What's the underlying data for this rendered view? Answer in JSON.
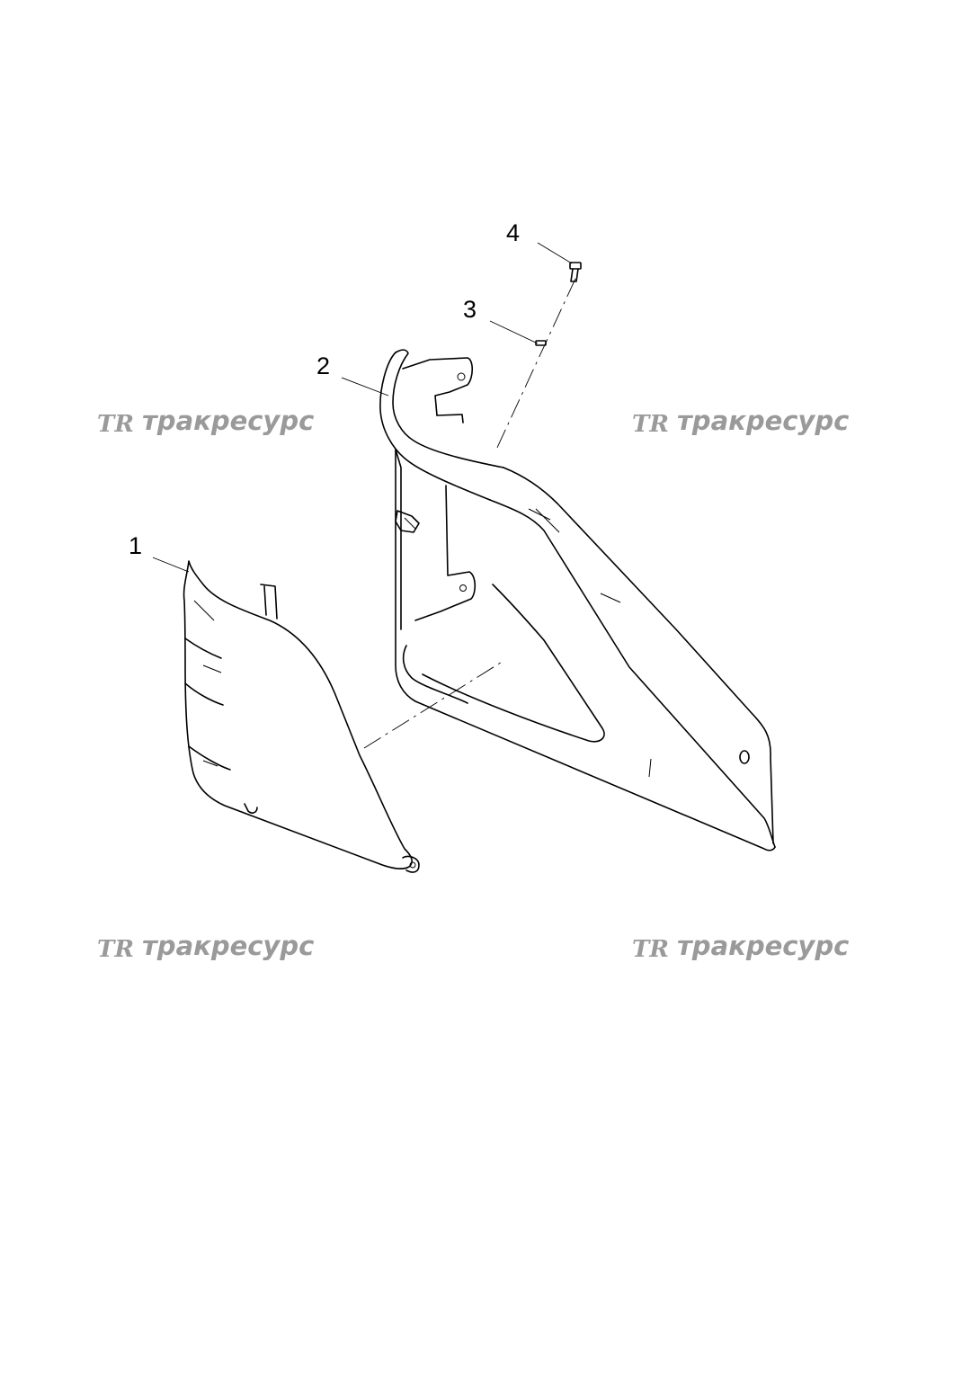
{
  "callouts": [
    {
      "id": "1",
      "label": "1"
    },
    {
      "id": "2",
      "label": "2"
    },
    {
      "id": "3",
      "label": "3"
    },
    {
      "id": "4",
      "label": "4"
    }
  ],
  "watermark": {
    "logo": "TR",
    "text": "тракресурс",
    "color": "#9a9a9a"
  },
  "parts": [
    {
      "callout": "1",
      "icon": "left-side-panel-icon"
    },
    {
      "callout": "2",
      "icon": "right-side-frame-panel-icon"
    },
    {
      "callout": "3",
      "icon": "washer-icon"
    },
    {
      "callout": "4",
      "icon": "bolt-icon"
    }
  ]
}
